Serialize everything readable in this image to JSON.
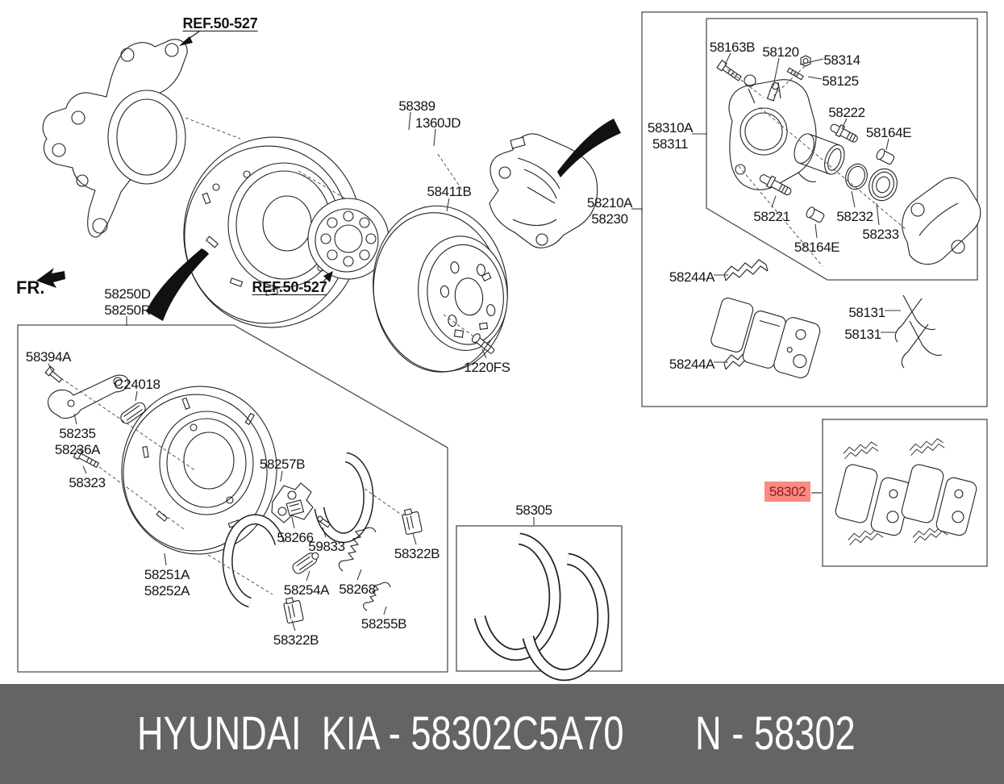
{
  "banner": {
    "left_text": "HYUNDAI  KIA - 58302C5A70",
    "right_text": "N - 58302",
    "bg_color": "#646464",
    "text_color": "#ffffff"
  },
  "highlighted_part": {
    "code": "58302",
    "bg_color": "#fa8a83",
    "text_color": "#8d2019"
  },
  "part_labels": {
    "ref_50_527": "REF.50-527",
    "fr": "FR.",
    "p58389": "58389",
    "p1360JD": "1360JD",
    "p58411B": "58411B",
    "p58210A_58230": "58210A\n58230",
    "p58310A_58311": "58310A\n58311",
    "p58163B": "58163B",
    "p58120": "58120",
    "p58314": "58314",
    "p58125": "58125",
    "p58222": "58222",
    "p58164E": "58164E",
    "p58221": "58221",
    "p58232": "58232",
    "p58233": "58233",
    "p58244A": "58244A",
    "p58131": "58131",
    "p58250D_58250R": "58250D\n58250R",
    "p58394A": "58394A",
    "pC24018": "C24018",
    "p58235_58236A": "58235\n58236A",
    "p58323": "58323",
    "p58257B": "58257B",
    "p58266": "58266",
    "p59833": "59833",
    "p58322B": "58322B",
    "p58251A_58252A": "58251A\n58252A",
    "p58254A": "58254A",
    "p58268": "58268",
    "p58255B": "58255B",
    "p1220FS": "1220FS",
    "p58305": "58305",
    "p58302": "58302"
  }
}
